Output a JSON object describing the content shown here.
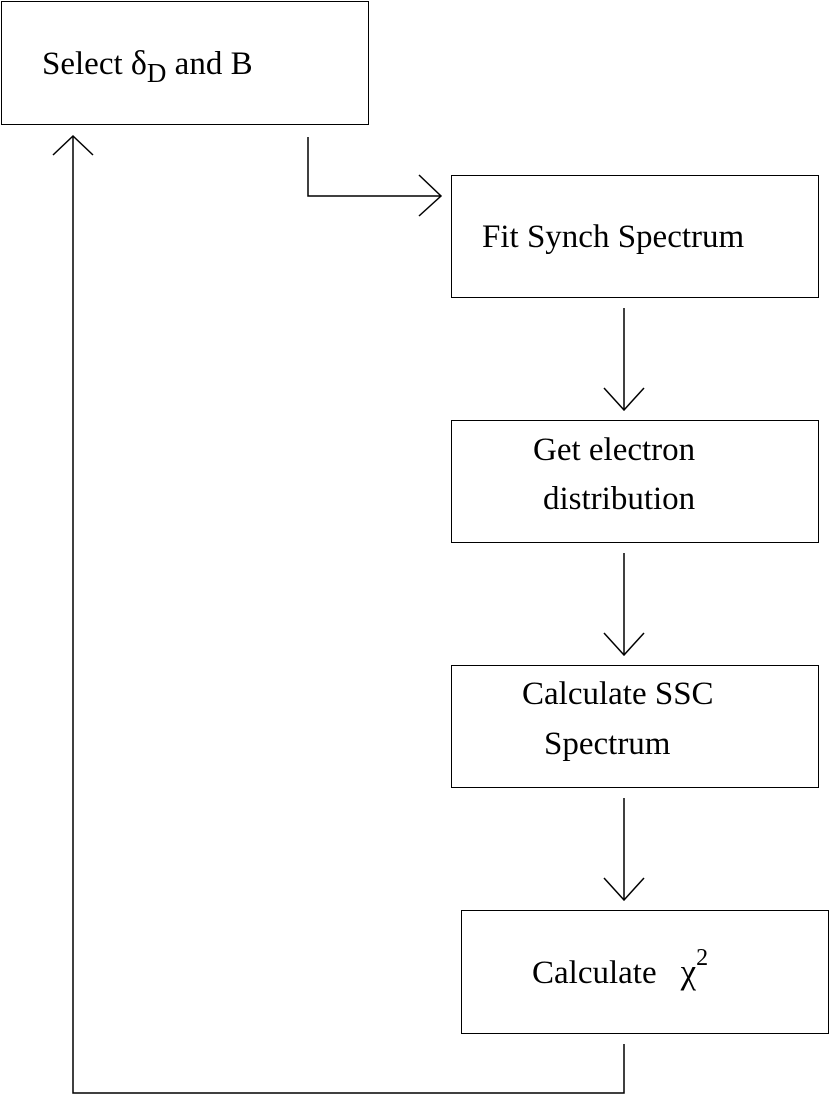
{
  "boxes": {
    "select": {
      "prefix": "Select ",
      "symbol": "δ",
      "subscript": "D",
      "suffix": " and B"
    },
    "fit_synch": {
      "text": "Fit Synch Spectrum"
    },
    "get_electron": {
      "line1": "Get electron",
      "line2": "distribution"
    },
    "calc_ssc": {
      "line1": "Calculate SSC",
      "line2": "Spectrum"
    },
    "calc_chi": {
      "prefix": "Calculate",
      "symbol": "χ",
      "superscript": "2"
    }
  }
}
